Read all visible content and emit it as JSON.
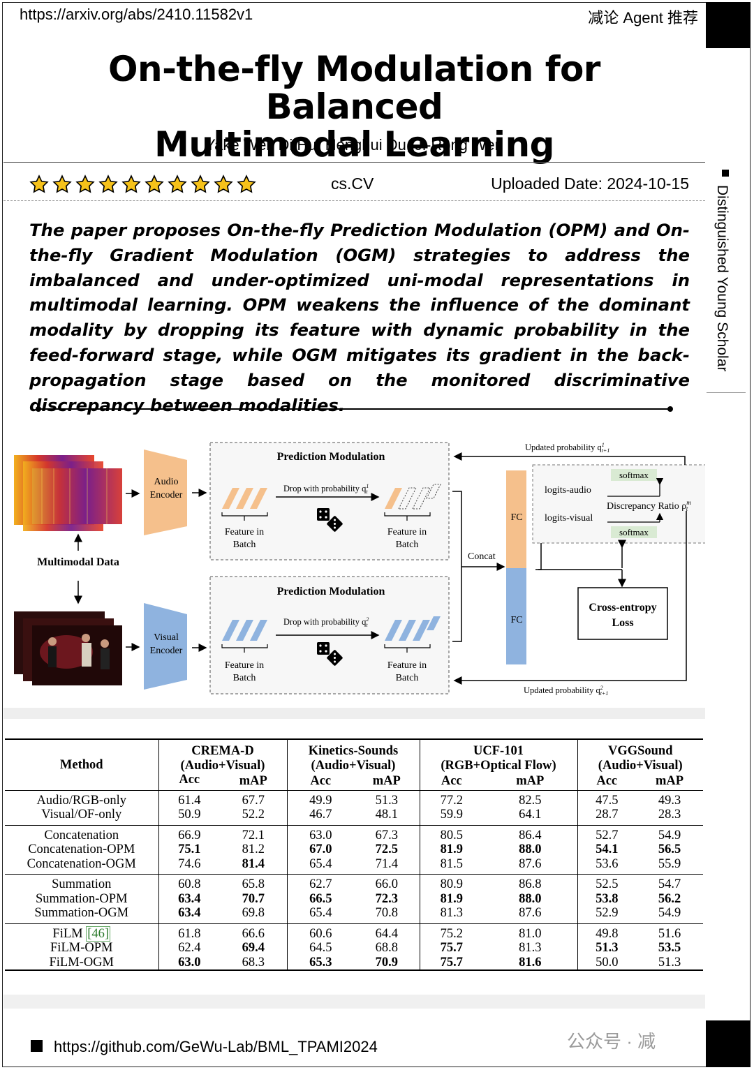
{
  "header": {
    "url": "https://arxiv.org/abs/2410.11582v1",
    "brand": "减论 Agent 推荐"
  },
  "paper": {
    "title_line1": "On-the-fly Modulation for Balanced",
    "title_line2": "Multimodal Learning",
    "authors": "Yake Wei, Di Hu, Henghui Du, Ji-Rong Wen",
    "rating_stars": 10,
    "category": "cs.CV",
    "uploaded": "Uploaded Date: 2024-10-15",
    "summary": "The paper proposes On-the-fly Prediction Modulation (OPM) and On-the-fly Gradient Modulation (OGM) strategies to address the imbalanced and under-optimized uni-modal representations in multimodal learning. OPM weakens the influence of the dominant modality by dropping its feature with dynamic probability in the feed-forward stage, while OGM mitigates its gradient in the back-propagation stage based on the monitored discriminative discrepancy between modalities.",
    "side_label": "Distinguished Young Scholar"
  },
  "figure": {
    "audio_encoder": [
      "Audio",
      "Encoder"
    ],
    "visual_encoder": [
      "Visual",
      "Encoder"
    ],
    "multimodal_data": "Multimodal Data",
    "pred_mod": "Prediction Modulation",
    "drop1": "Drop with probability q",
    "drop2": "Drop with probability q",
    "feature_batch": [
      "Feature in",
      "Batch"
    ],
    "concat": "Concat",
    "fc": "FC",
    "logits_audio": "logits-audio",
    "logits_visual": "logits-visual",
    "softmax": "softmax",
    "discrepancy": "Discrepancy Ratio ρ",
    "loss": [
      "Cross-entropy",
      "Loss"
    ],
    "upd_top": "Updated probability q",
    "upd_bottom": "Updated probability q",
    "colors": {
      "audio": "#f5c08c",
      "visual": "#8fb3df",
      "softmax_bg": "#d9ead3"
    }
  },
  "table": {
    "method_header": "Method",
    "datasets": [
      {
        "name": "CREMA-D",
        "mod": "(Audio+Visual)"
      },
      {
        "name": "Kinetics-Sounds",
        "mod": "(Audio+Visual)"
      },
      {
        "name": "UCF-101",
        "mod": "(RGB+Optical Flow)"
      },
      {
        "name": "VGGSound",
        "mod": "(Audio+Visual)"
      }
    ],
    "metrics": [
      "Acc",
      "mAP"
    ],
    "ref46": "[46]",
    "rows": [
      {
        "m": "Audio/RGB-only",
        "v": [
          "61.4",
          "67.7",
          "49.9",
          "51.3",
          "77.2",
          "82.5",
          "47.5",
          "49.3"
        ],
        "b": []
      },
      {
        "m": "Visual/OF-only",
        "v": [
          "50.9",
          "52.2",
          "46.7",
          "48.1",
          "59.9",
          "64.1",
          "28.7",
          "28.3"
        ],
        "b": []
      },
      {
        "m": "Concatenation",
        "v": [
          "66.9",
          "72.1",
          "63.0",
          "67.3",
          "80.5",
          "86.4",
          "52.7",
          "54.9"
        ],
        "b": []
      },
      {
        "m": "Concatenation-OPM",
        "v": [
          "75.1",
          "81.2",
          "67.0",
          "72.5",
          "81.9",
          "88.0",
          "54.1",
          "56.5"
        ],
        "b": [
          0,
          2,
          3,
          4,
          5,
          6,
          7
        ]
      },
      {
        "m": "Concatenation-OGM",
        "v": [
          "74.6",
          "81.4",
          "65.4",
          "71.4",
          "81.5",
          "87.6",
          "53.6",
          "55.9"
        ],
        "b": [
          1
        ]
      },
      {
        "m": "Summation",
        "v": [
          "60.8",
          "65.8",
          "62.7",
          "66.0",
          "80.9",
          "86.8",
          "52.5",
          "54.7"
        ],
        "b": []
      },
      {
        "m": "Summation-OPM",
        "v": [
          "63.4",
          "70.7",
          "66.5",
          "72.3",
          "81.9",
          "88.0",
          "53.8",
          "56.2"
        ],
        "b": [
          0,
          1,
          2,
          3,
          4,
          5,
          6,
          7
        ]
      },
      {
        "m": "Summation-OGM",
        "v": [
          "63.4",
          "69.8",
          "65.4",
          "70.8",
          "81.3",
          "87.6",
          "52.9",
          "54.9"
        ],
        "b": [
          0
        ]
      },
      {
        "m": "FiLM",
        "v": [
          "61.8",
          "66.6",
          "60.6",
          "64.4",
          "75.2",
          "81.0",
          "49.8",
          "51.6"
        ],
        "b": []
      },
      {
        "m": "FiLM-OPM",
        "v": [
          "62.4",
          "69.4",
          "64.5",
          "68.8",
          "75.7",
          "81.3",
          "51.3",
          "53.5"
        ],
        "b": [
          1,
          4,
          6,
          7
        ]
      },
      {
        "m": "FiLM-OGM",
        "v": [
          "63.0",
          "68.3",
          "65.3",
          "70.9",
          "75.7",
          "81.6",
          "50.0",
          "51.3"
        ],
        "b": [
          0,
          2,
          3,
          4,
          5
        ]
      }
    ]
  },
  "footer": {
    "github": "https://github.com/GeWu-Lab/BML_TPAMI2024",
    "watermark": "公众号 · 减"
  }
}
